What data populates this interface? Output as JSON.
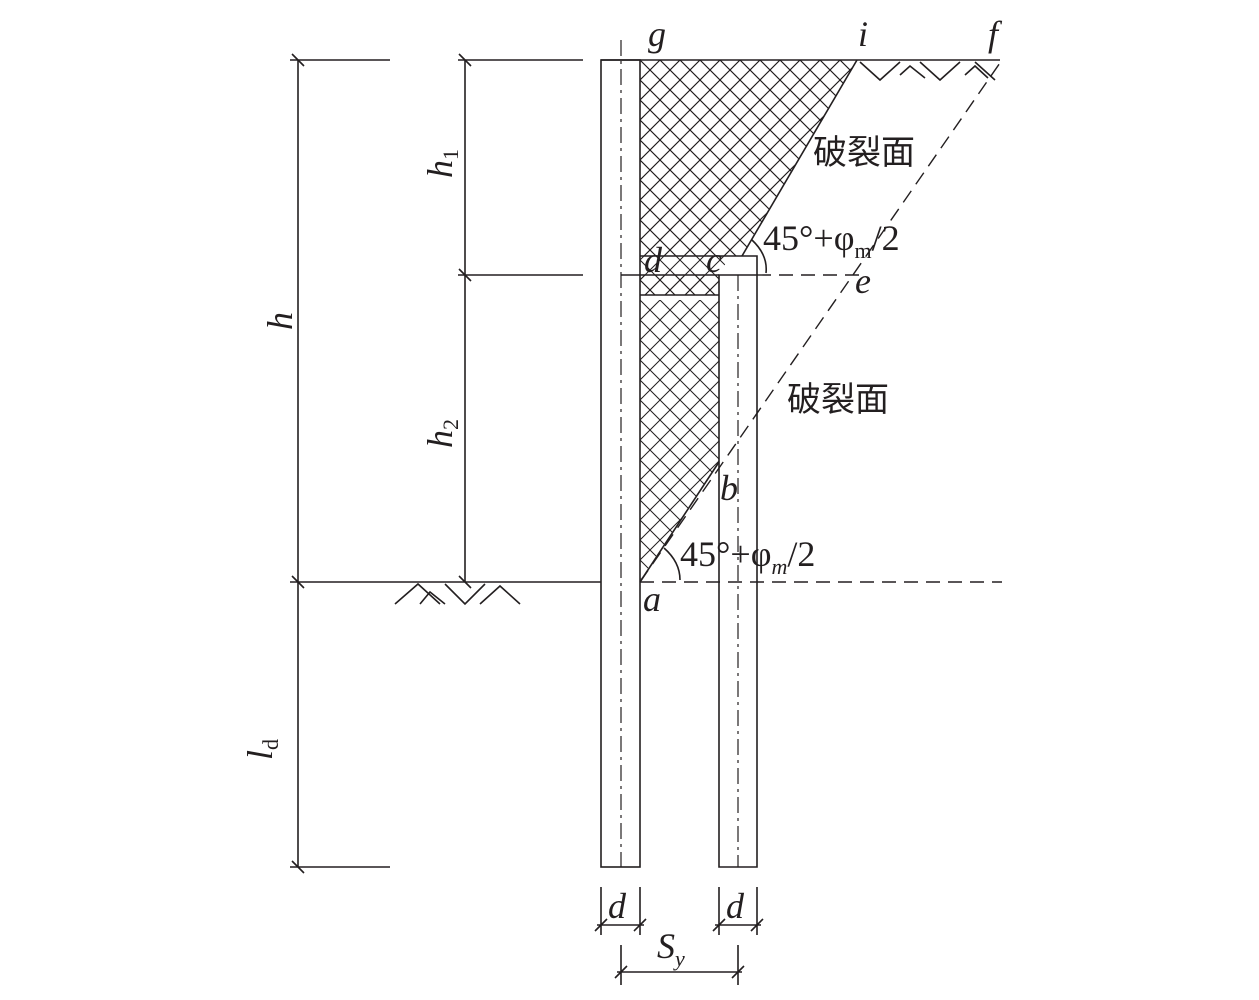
{
  "points": {
    "g": "g",
    "i": "i",
    "f": "f",
    "d": "d",
    "c": "c",
    "e": "e",
    "b": "b",
    "a": "a"
  },
  "labels": {
    "failure_surface_upper": "破裂面",
    "failure_surface_lower": "破裂面",
    "angle_upper": {
      "main": "45°+φ",
      "sub": "m",
      "tail": "/2"
    },
    "angle_lower": {
      "main": "45°+φ",
      "sub": "m",
      "tail": "/2"
    }
  },
  "dimensions": {
    "h": "h",
    "h1": {
      "main": "h",
      "sub": "1"
    },
    "h2": {
      "main": "h",
      "sub": "2"
    },
    "ld": {
      "main": "l",
      "sub": "d"
    },
    "d_left": "d",
    "d_right": "d",
    "sy": {
      "main": "S",
      "sub": "y"
    }
  }
}
